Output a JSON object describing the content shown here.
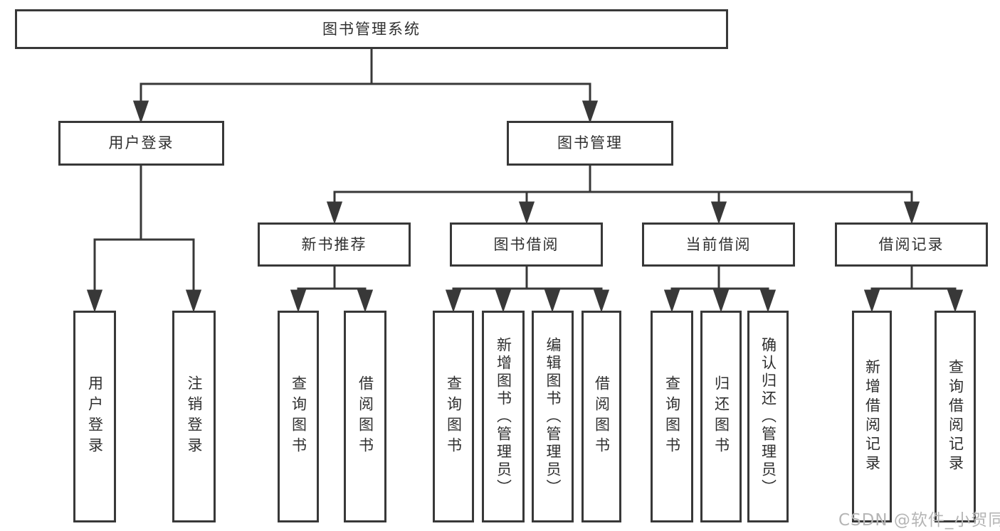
{
  "diagram": {
    "type": "tree",
    "title": "图书管理系统",
    "root": {
      "label": "图书管理系统",
      "children": [
        {
          "label": "用户登录",
          "children": [
            {
              "label": "用户登录"
            },
            {
              "label": "注销登录"
            }
          ]
        },
        {
          "label": "图书管理",
          "children": [
            {
              "label": "新书推荐",
              "children": [
                {
                  "label": "查询图书"
                },
                {
                  "label": "借阅图书"
                }
              ]
            },
            {
              "label": "图书借阅",
              "children": [
                {
                  "label": "查询图书"
                },
                {
                  "label": "新增图书（管理员）"
                },
                {
                  "label": "编辑图书（管理员）"
                },
                {
                  "label": "借阅图书"
                }
              ]
            },
            {
              "label": "当前借阅",
              "children": [
                {
                  "label": "查询图书"
                },
                {
                  "label": "归还图书"
                },
                {
                  "label": "确认归还（管理员）"
                }
              ]
            },
            {
              "label": "借阅记录",
              "children": [
                {
                  "label": "新增借阅记录"
                },
                {
                  "label": "查询借阅记录"
                }
              ]
            }
          ]
        }
      ]
    }
  },
  "watermark": "CSDN @软件_小贺同学",
  "colors": {
    "line": "#383838",
    "box_border": "#383838",
    "box_bg": "#ffffff",
    "text": "#2f2f2f",
    "watermark": "#b5b5b5",
    "background": "#ffffff"
  }
}
